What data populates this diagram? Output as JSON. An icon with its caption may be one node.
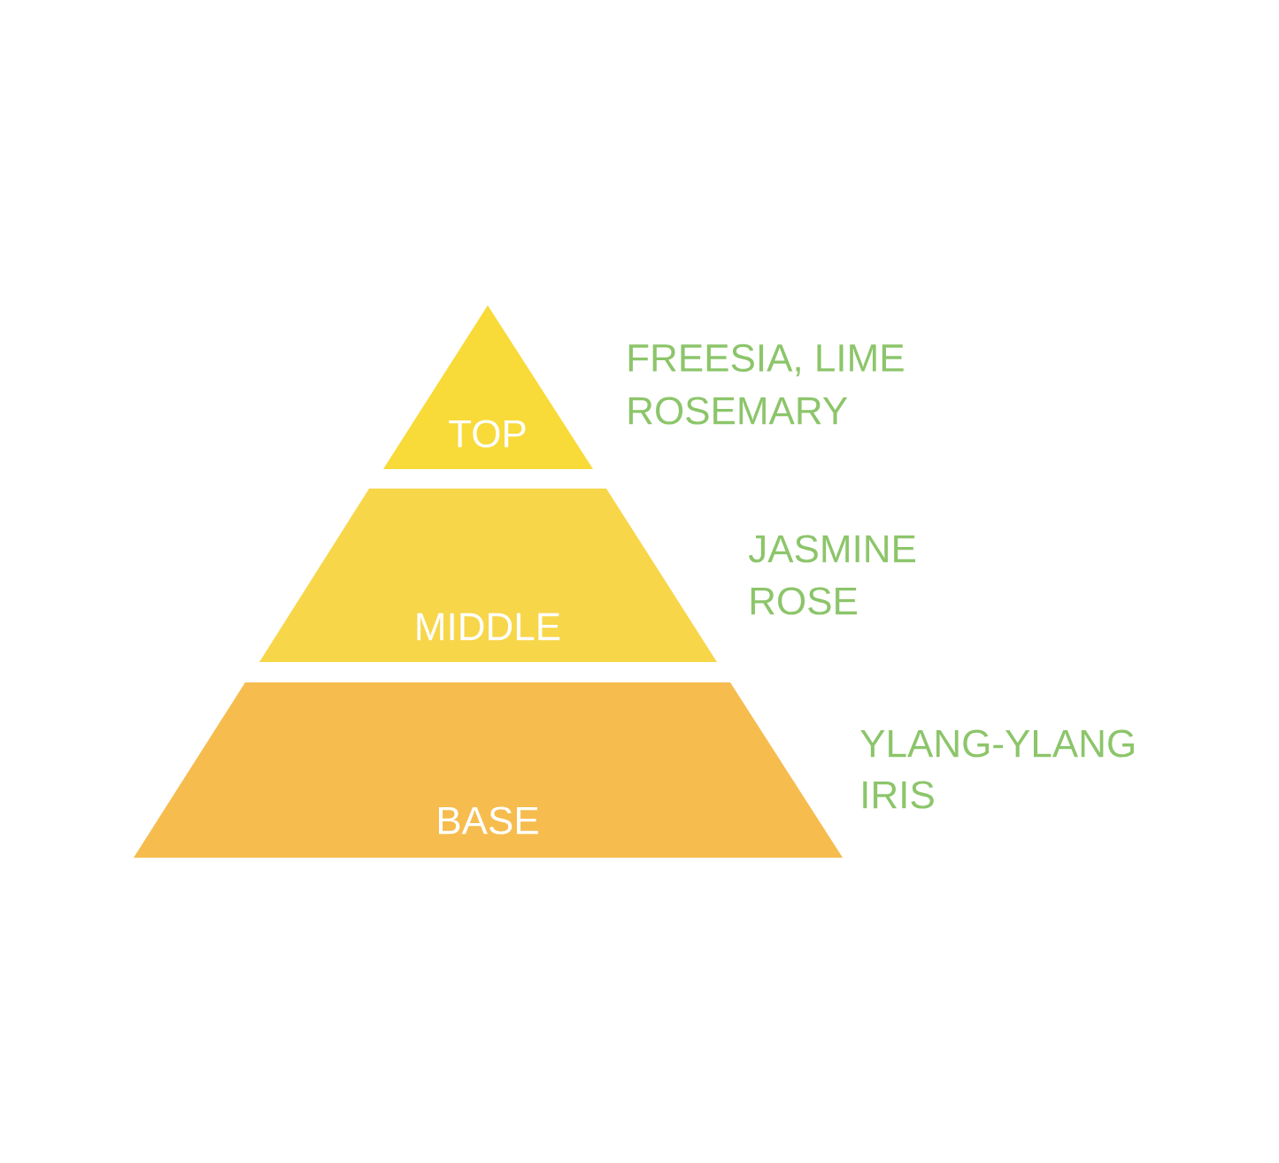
{
  "diagram": {
    "nodes": [
      {
        "text": [
          "TOP"
        ],
        "beside": [
          "FREESIA, LIME",
          "ROSEMARY"
        ]
      },
      {
        "text": [
          "MIDDLE"
        ],
        "beside": [
          "JASMINE",
          "ROSE"
        ]
      },
      {
        "text": [
          "BASE"
        ],
        "beside": [
          "YLANG-YLANG",
          "IRIS"
        ]
      }
    ]
  }
}
